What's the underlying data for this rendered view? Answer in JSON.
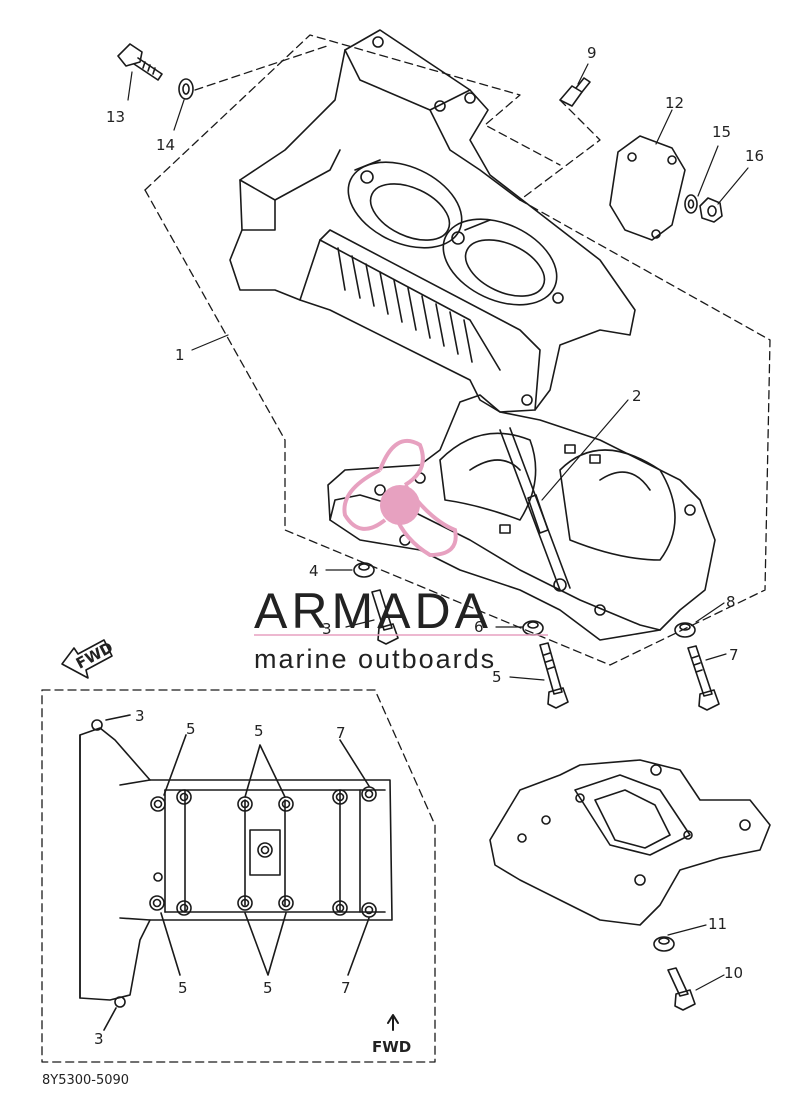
{
  "diagram": {
    "part_code": "8Y5300-5090",
    "fwd_label": "FWD",
    "callouts": {
      "n1": "1",
      "n2": "2",
      "n3": "3",
      "n4": "4",
      "n5": "5",
      "n6": "6",
      "n7": "7",
      "n8": "8",
      "n9": "9",
      "n10": "10",
      "n11": "11",
      "n12": "12",
      "n13": "13",
      "n14": "14",
      "n15": "15",
      "n16": "16"
    },
    "inset_callouts": {
      "top_left_3": "3",
      "top_5": "5",
      "top_center_5": "5",
      "top_7": "7",
      "bottom_left_5": "5",
      "bottom_center_5": "5",
      "bottom_7": "7",
      "bottom_left_3": "3"
    }
  },
  "watermark": {
    "brand": "ARMADA",
    "tagline": "marine outboards",
    "brand_color": "#e7a1c0",
    "text_color": "#8a8a8a"
  }
}
